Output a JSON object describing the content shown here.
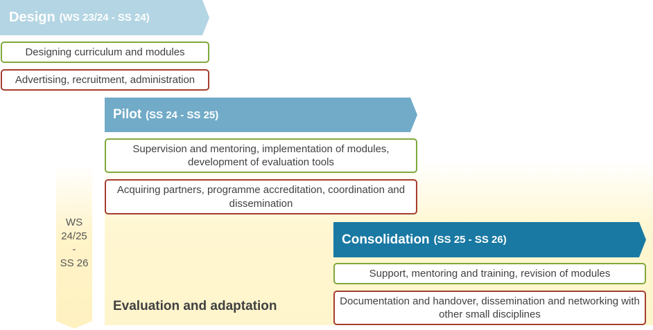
{
  "phases": {
    "design": {
      "title": "Design",
      "dates": "(WS 23/24 - SS 24)",
      "color": "#b4d5e3"
    },
    "pilot": {
      "title": "Pilot",
      "dates": "(SS 24 - SS 25)",
      "color": "#72abc8"
    },
    "consolidation": {
      "title": "Consolidation",
      "dates": "(SS 25 - SS 26)",
      "color": "#1979a3"
    }
  },
  "tasks": {
    "design_green": "Designing curriculum and modules",
    "design_red": "Advertising, recruitment, administration",
    "pilot_green": "Supervision and mentoring, implementation of modules, development of evaluation tools",
    "pilot_red": "Acquiring partners, programme accreditation, coordination and dissemination",
    "consolidation_green": "Support, mentoring and training, revision of modules",
    "consolidation_red": "Documentation and handover, dissemination and networking with other small disciplines"
  },
  "evaluation": {
    "title": "Evaluation and adaptation",
    "period_lines": [
      "WS",
      "24/25",
      "-",
      "SS 26"
    ]
  },
  "colors": {
    "green_border": "#7fa83a",
    "red_border": "#a53d2e",
    "evaluation_fill": "#fff5cc"
  }
}
